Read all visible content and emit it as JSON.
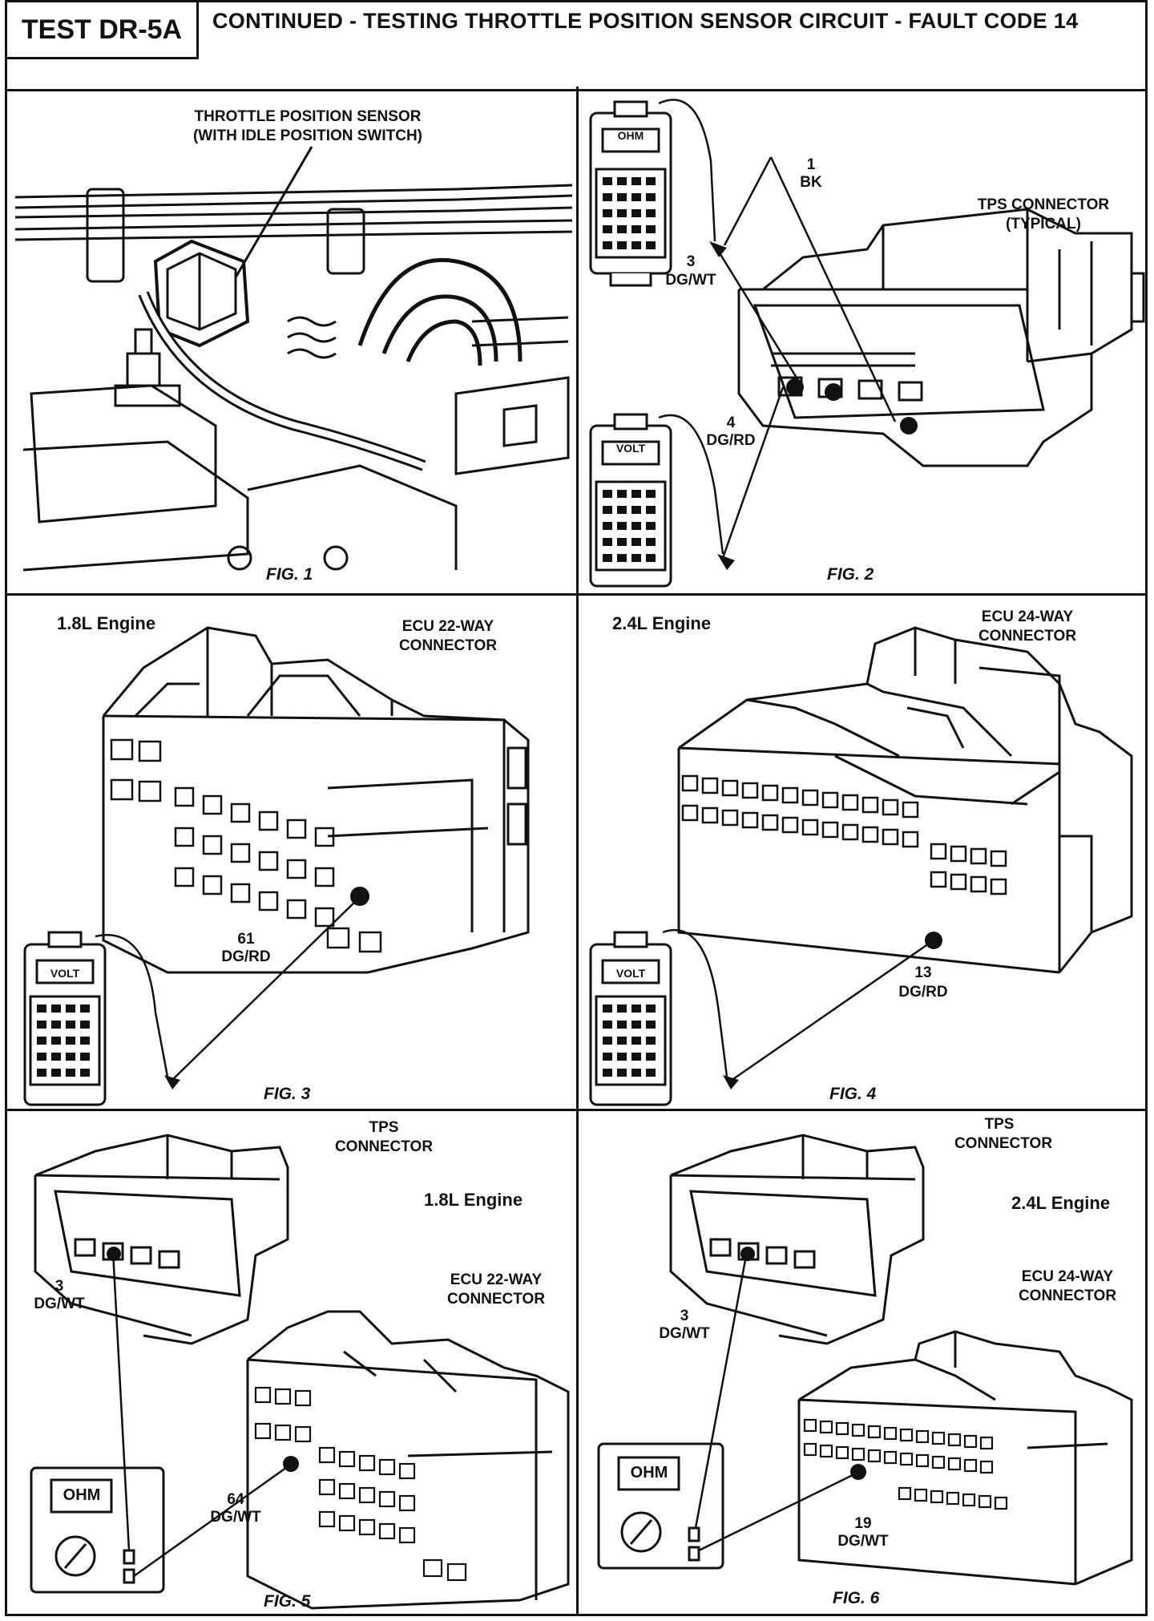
{
  "header": {
    "test_id": "TEST DR-5A",
    "title": "CONTINUED -  TESTING THROTTLE POSITION SENSOR CIRCUIT - FAULT CODE 14"
  },
  "fig1": {
    "label": "FIG. 1",
    "callout_line1": "THROTTLE POSITION SENSOR",
    "callout_line2": "(WITH IDLE POSITION SWITCH)"
  },
  "fig2": {
    "label": "FIG. 2",
    "connector_line1": "TPS CONNECTOR",
    "connector_line2": "(TYPICAL)",
    "pin1_num": "1",
    "pin1_wire": "BK",
    "pin3_num": "3",
    "pin3_wire": "DG/WT",
    "pin4_num": "4",
    "pin4_wire": "DG/RD",
    "meter_top_display": "OHM",
    "meter_bottom_display": "VOLT"
  },
  "fig3": {
    "label": "FIG. 3",
    "engine": "1.8L Engine",
    "connector_line1": "ECU 22-WAY",
    "connector_line2": "CONNECTOR",
    "pin_num": "61",
    "pin_wire": "DG/RD",
    "meter_display": "VOLT"
  },
  "fig4": {
    "label": "FIG. 4",
    "engine": "2.4L Engine",
    "connector_line1": "ECU 24-WAY",
    "connector_line2": "CONNECTOR",
    "pin_num": "13",
    "pin_wire": "DG/RD",
    "meter_display": "VOLT"
  },
  "fig5": {
    "label": "FIG. 5",
    "engine": "1.8L Engine",
    "tps_line1": "TPS",
    "tps_line2": "CONNECTOR",
    "ecu_line1": "ECU 22-WAY",
    "ecu_line2": "CONNECTOR",
    "tps_pin_num": "3",
    "tps_pin_wire": "DG/WT",
    "ecu_pin_num": "64",
    "ecu_pin_wire": "DG/WT",
    "meter_display": "OHM"
  },
  "fig6": {
    "label": "FIG. 6",
    "engine": "2.4L Engine",
    "tps_line1": "TPS",
    "tps_line2": "CONNECTOR",
    "ecu_line1": "ECU 24-WAY",
    "ecu_line2": "CONNECTOR",
    "tps_pin_num": "3",
    "tps_pin_wire": "DG/WT",
    "ecu_pin_num": "19",
    "ecu_pin_wire": "DG/WT",
    "meter_display": "OHM"
  }
}
